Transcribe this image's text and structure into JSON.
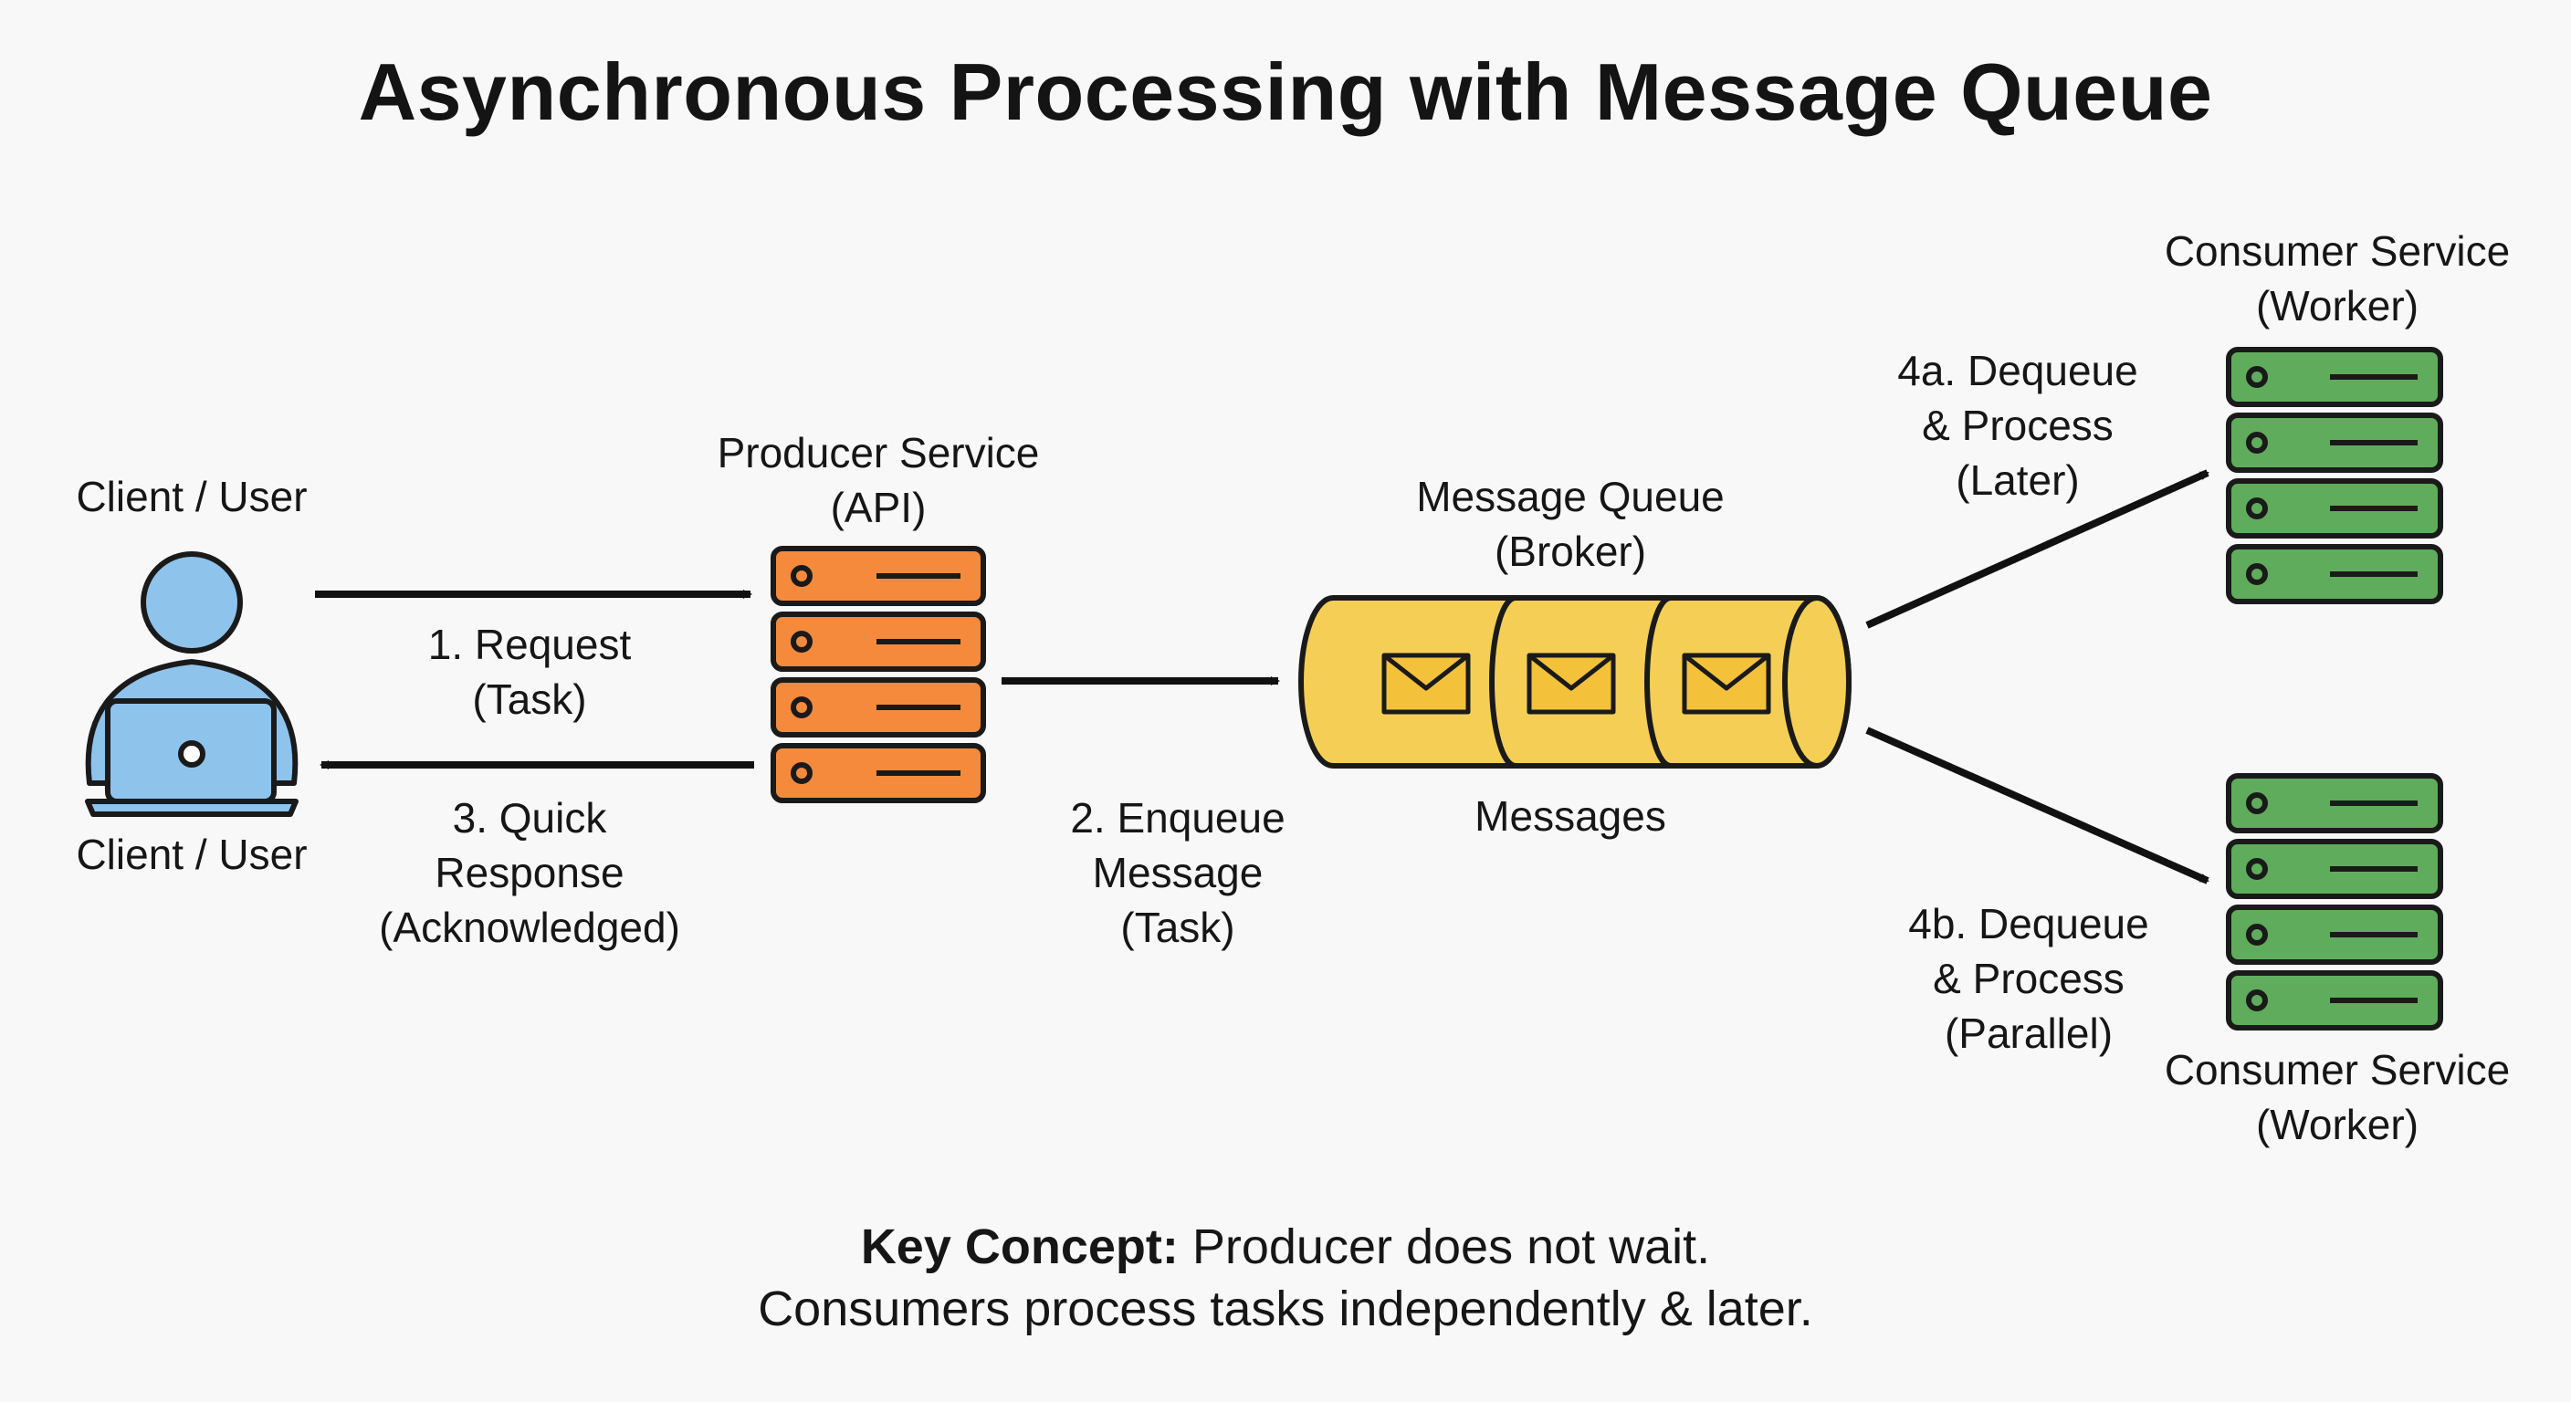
{
  "title": "Asynchronous Processing with Message Queue",
  "client_top": "Client / User",
  "client_bottom": "Client / User",
  "producer": {
    "line1": "Producer Service",
    "line2": "(API)"
  },
  "queue": {
    "line1": "Message Queue",
    "line2": "(Broker)",
    "caption": "Messages"
  },
  "consumer_top": {
    "line1": "Consumer Service",
    "line2": "(Worker)"
  },
  "consumer_bottom": {
    "line1": "Consumer Service",
    "line2": "(Worker)"
  },
  "step1": {
    "line1": "1. Request",
    "line2": "(Task)"
  },
  "step2": {
    "line1": "2. Enqueue",
    "line2": "Message",
    "line3": "(Task)"
  },
  "step3": {
    "line1": "3. Quick",
    "line2": "Response",
    "line3": "(Acknowledged)"
  },
  "step4a": {
    "line1": "4a. Dequeue",
    "line2": "& Process",
    "line3": "(Later)"
  },
  "step4b": {
    "line1": "4b. Dequeue",
    "line2": "& Process",
    "line3": "(Parallel)"
  },
  "key_concept": {
    "label": "Key Concept:",
    "line1": " Producer does not wait.",
    "line2": "Consumers process tasks independently & later."
  },
  "colors": {
    "client": "#8ec3ec",
    "producer": "#f58a3c",
    "queue": "#f5cf55",
    "envelope": "#f3c23a",
    "consumer": "#5fac5c",
    "outline": "#1a1a1a"
  },
  "icons": [
    "user-laptop-icon",
    "server-icon",
    "queue-cylinder-icon",
    "envelope-icon"
  ]
}
